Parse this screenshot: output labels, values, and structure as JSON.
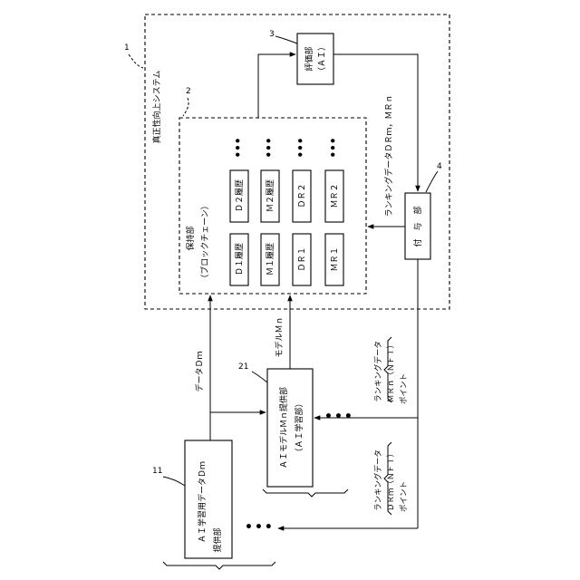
{
  "system": {
    "number": "1",
    "label": "真正性向上システム"
  },
  "holding": {
    "number": "2",
    "title": "保持部",
    "subtitle": "（ブロックチェーン）"
  },
  "evaluation": {
    "number": "3",
    "title": "評価部",
    "subtitle": "（ＡＩ）"
  },
  "granting": {
    "number": "4",
    "title": "付　与　部"
  },
  "ai_learning": {
    "number": "11",
    "title": "ＡＩ学習用データＤｍ",
    "subtitle": "提供部"
  },
  "model_provider": {
    "number": "21",
    "title": "ＡＩモデルＭｎ提供部",
    "subtitle": "（ＡＩ学習部）"
  },
  "cells": [
    {
      "id": "d1",
      "text": "Ｄ１履歴"
    },
    {
      "id": "d2",
      "text": "Ｄ２履歴"
    },
    {
      "id": "m1",
      "text": "Ｍ１履歴"
    },
    {
      "id": "m2",
      "text": "Ｍ２履歴"
    },
    {
      "id": "dr1",
      "text": "ＤＲ１"
    },
    {
      "id": "dr2",
      "text": "ＤＲ２"
    },
    {
      "id": "mr1",
      "text": "ＭＲ１"
    },
    {
      "id": "mr2",
      "text": "ＭＲ２"
    }
  ],
  "arrows": {
    "data_dm": "データＤｍ",
    "model_mn": "モデルＭｎ",
    "ranking": "ランキングデータＤＲｍ，ＭＲｎ"
  },
  "model_feedback": {
    "line1": "ランキングデータ",
    "line2": "ＭＲｎ（ＮＦＴ）",
    "line3": "ポイント"
  },
  "data_feedback": {
    "line1": "ランキングデータ",
    "line2": "ＤＲｍ（ＮＦＴ）",
    "line3": "ポイント"
  },
  "ellipsis": "•••"
}
